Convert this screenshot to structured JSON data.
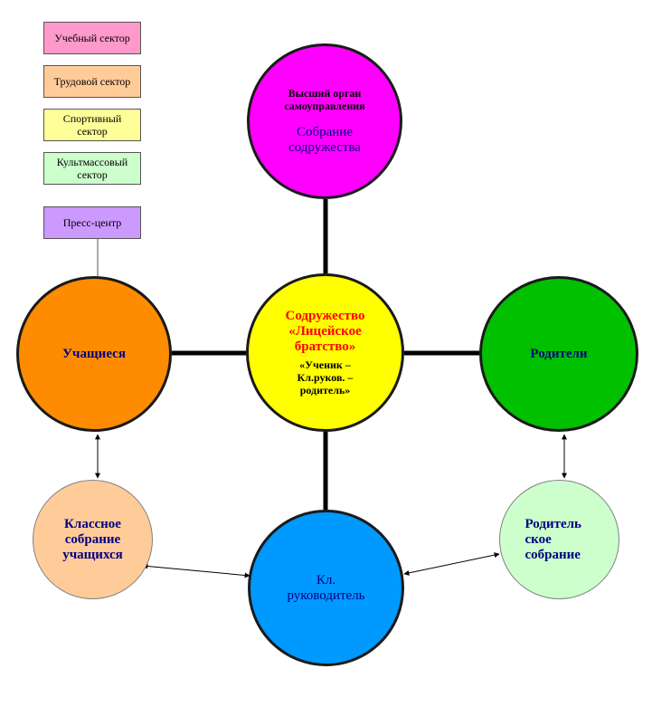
{
  "sectors": [
    "Учебный сектор",
    "Трудовой сектор",
    "Спортивный сектор",
    "Культмассовый сектор",
    "Пресс-центр"
  ],
  "circles": {
    "top": {
      "subtitle": "Высший орган самоуправления",
      "title": "Собрание содружества",
      "color": "#ff00ff"
    },
    "center": {
      "title": "Содружество «Лицейское братство»",
      "subtitle": "«Ученик – Кл.руков. – родитель»",
      "color": "#ffff00"
    },
    "left": {
      "title": "Учащиеся",
      "color": "#ff8c00"
    },
    "right": {
      "title": "Родители",
      "color": "#00c000"
    },
    "bottom": {
      "title": "Кл. руководитель",
      "color": "#0099ff"
    },
    "bottom_left": {
      "title": "Классное собрание учащихся",
      "color": "#ffcc99"
    },
    "bottom_right": {
      "title": "Родитель ское собрание",
      "color": "#ccffcc"
    }
  }
}
